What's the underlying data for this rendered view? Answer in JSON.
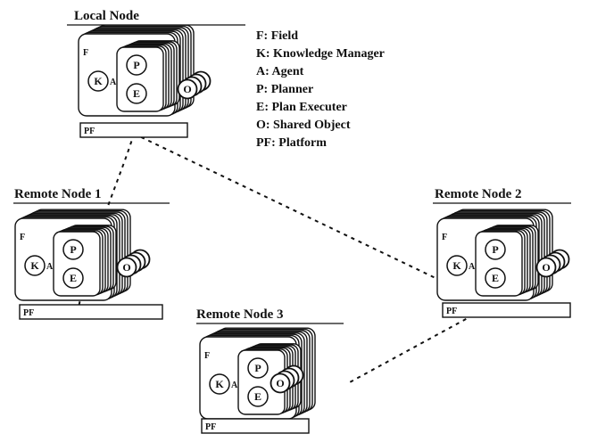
{
  "legend": [
    "F: Field",
    "K: Knowledge Manager",
    "A: Agent",
    "P: Planner",
    "E: Plan Executer",
    "O: Shared Object",
    "PF: Platform"
  ],
  "node_labels": {
    "field": "F",
    "knowledge": "K",
    "agent": "A",
    "planner": "P",
    "executer": "E",
    "object": "O",
    "platform": "PF"
  },
  "nodes": [
    {
      "id": "local",
      "title": "Local Node"
    },
    {
      "id": "remote1",
      "title": "Remote Node 1"
    },
    {
      "id": "remote2",
      "title": "Remote Node 2"
    },
    {
      "id": "remote3",
      "title": "Remote Node 3"
    }
  ],
  "connections": [
    {
      "from": "local",
      "to": "remote1"
    },
    {
      "from": "local",
      "to": "remote2"
    },
    {
      "from": "remote2",
      "to": "remote3"
    }
  ]
}
